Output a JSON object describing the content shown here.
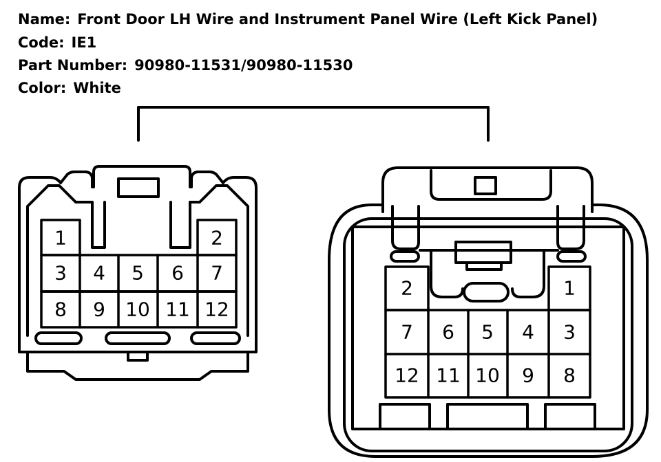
{
  "connector_info": {
    "name_label": "Name:",
    "name_value": "Front Door LH Wire and Instrument Panel Wire (Left Kick Panel)",
    "code_label": "Code:",
    "code_value": "IE1",
    "part_label": "Part Number:",
    "part_value": "90980-11531/90980-11530",
    "color_label": "Color:",
    "color_value": "White"
  },
  "left_connector": {
    "pins": [
      "1",
      "2",
      "3",
      "4",
      "5",
      "6",
      "7",
      "8",
      "9",
      "10",
      "11",
      "12"
    ]
  },
  "right_connector": {
    "pins": [
      "2",
      "1",
      "7",
      "6",
      "5",
      "4",
      "3",
      "12",
      "11",
      "10",
      "9",
      "8"
    ]
  }
}
